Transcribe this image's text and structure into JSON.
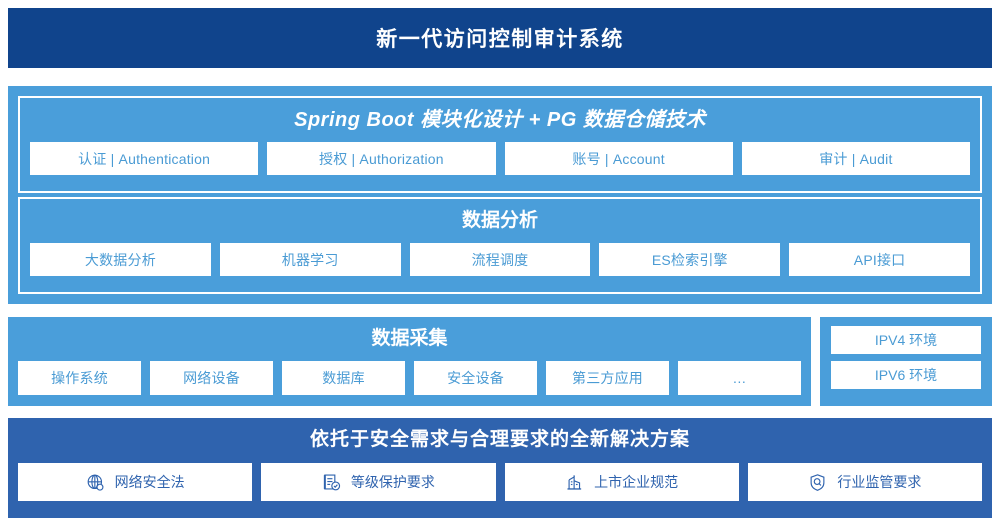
{
  "header": {
    "title": "新一代访问控制审计系统"
  },
  "colors": {
    "header_bg": "#10448C",
    "platform_bg": "#4A9EDA",
    "compliance_bg": "#2F63AE",
    "chip_text": "#4A9BD4",
    "chip_bg": "#FFFFFF"
  },
  "platform": {
    "panels": [
      {
        "title": "Spring Boot 模块化设计 + PG 数据仓储技术",
        "chips": [
          "认证 | Authentication",
          "授权 | Authorization",
          "账号 | Account",
          "审计 | Audit"
        ]
      },
      {
        "title": "数据分析",
        "chips": [
          "大数据分析",
          "机器学习",
          "流程调度",
          "ES检索引擎",
          "API接口"
        ]
      }
    ]
  },
  "collection": {
    "title": "数据采集",
    "chips": [
      "操作系统",
      "网络设备",
      "数据库",
      "安全设备",
      "第三方应用",
      "…"
    ],
    "environments": [
      "IPV4 环境",
      "IPV6 环境"
    ]
  },
  "compliance": {
    "title": "依托于安全需求与合理要求的全新解决方案",
    "items": [
      {
        "label": "网络安全法",
        "icon": "globe-icon"
      },
      {
        "label": "等级保护要求",
        "icon": "document-check-icon"
      },
      {
        "label": "上市企业规范",
        "icon": "bank-building-icon"
      },
      {
        "label": "行业监管要求",
        "icon": "shield-search-icon"
      }
    ]
  }
}
